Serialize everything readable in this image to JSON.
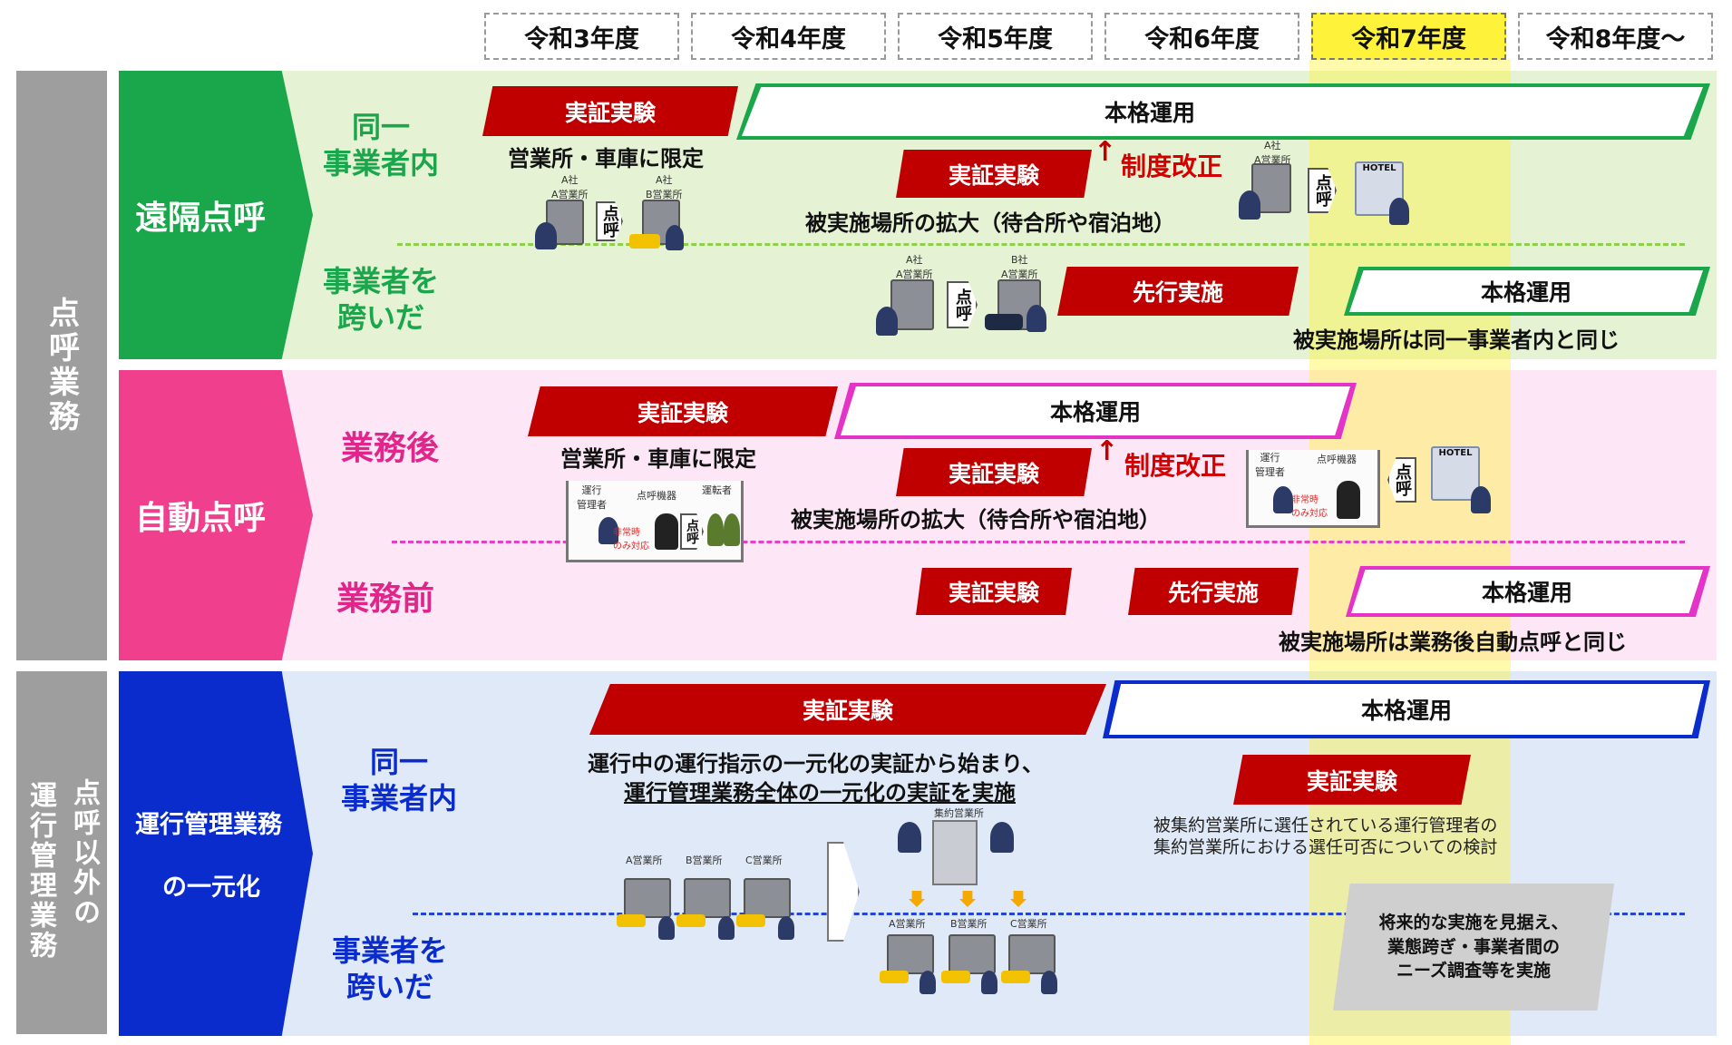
{
  "years": [
    "令和3年度",
    "令和4年度",
    "令和5年度",
    "令和6年度",
    "令和7年度",
    "令和8年度～"
  ],
  "side": {
    "tenko": "点呼業務",
    "other_a": "点呼以外の",
    "other_b": "運行管理業務"
  },
  "remote": {
    "category": "遠隔点呼",
    "same_label": "同一\n事業者内",
    "cross_label": "事業者を\n跨いだ",
    "same_jissho": "実証実験",
    "same_limit": "営業所・車庫に限定",
    "same_honkaku": "本格運用",
    "same_jissho2": "実証実験",
    "seido": "制度改正",
    "same_expand": "被実施場所の拡大（待合所や宿泊地）",
    "cross_senko": "先行実施",
    "cross_honkaku": "本格運用",
    "cross_note": "被実施場所は同一事業者内と同じ",
    "icons": {
      "a_sha_a": "A社\nA営業所",
      "a_sha_b": "A社\nB営業所",
      "b_sha_a": "B社\nA営業所",
      "ten": "点呼",
      "hotel": "HOTEL"
    }
  },
  "auto": {
    "category": "自動点呼",
    "after_label": "業務後",
    "before_label": "業務前",
    "after_jissho": "実証実験",
    "after_limit": "営業所・車庫に限定",
    "after_honkaku": "本格運用",
    "after_jissho2": "実証実験",
    "seido": "制度改正",
    "after_expand": "被実施場所の拡大（待合所や宿泊地）",
    "before_jissho": "実証実験",
    "before_senko": "先行実施",
    "before_honkaku": "本格運用",
    "before_note": "被実施場所は業務後自動点呼と同じ",
    "icons": {
      "manager": "運行\n管理者",
      "device": "点呼機器",
      "driver": "運転者",
      "emergency": "非常時\nのみ対応",
      "ten": "点呼",
      "hotel": "HOTEL"
    }
  },
  "ops": {
    "category_line1": "運行管理業務",
    "category_line2": "の一元化",
    "same_label": "同一\n事業者内",
    "cross_label": "事業者を\n跨いだ",
    "jissho": "実証実験",
    "honkaku": "本格運用",
    "desc_line1": "運行中の運行指示の一元化の実証から始まり、",
    "desc_line2": "運行管理業務全体の一元化の実証を実施",
    "jissho2": "実証実験",
    "note_line1": "被集約営業所に選任されている運行管理者の",
    "note_line2": "集約営業所における選任可否についての検討",
    "future_line1": "将来的な実施を見据え、",
    "future_line2": "業態跨ぎ・事業者間の",
    "future_line3": "ニーズ調査等を実施",
    "icons": {
      "a": "A営業所",
      "b": "B営業所",
      "c": "C営業所",
      "central": "集約営業所"
    }
  },
  "colors": {
    "green": "#1aa64a",
    "pink": "#f03f8c",
    "blue": "#0a2ccc",
    "red": "#c00000",
    "highlight": "#fff23a"
  }
}
